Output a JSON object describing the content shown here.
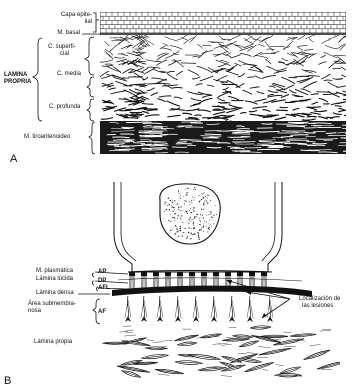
{
  "panel_a": {
    "letter": "A",
    "labels": {
      "capa_epitelial_1": "Capa epite-",
      "capa_epitelial_2": "lial",
      "m_basal": "M. basal",
      "lamina_propria_1": "LAMINA",
      "lamina_propria_2": "PROPRIA",
      "c_superficial_1": "C. superfi-",
      "c_superficial_2": "cial",
      "c_media": "C. media",
      "c_profunda": "C. profunda",
      "m_tiroaritenoideo": "M. tiroaritenoideo"
    }
  },
  "panel_b": {
    "letter": "B",
    "labels": {
      "m_plasmatica": "M. plasmática",
      "lamina_lucida": "Lámina lúcida",
      "lamina_densa": "Lámina densa",
      "area_submembranosa_1": "Área submembra-",
      "area_submembranosa_2": "nosa",
      "lamina_propia": "Lámina propia",
      "ap": "AP",
      "dp": "DP",
      "afl": "AFL",
      "af": "AF",
      "localizacion_1": "Localización de",
      "localizacion_2": "las lesiones"
    }
  },
  "colors": {
    "ink": "#111111",
    "background": "#ffffff"
  }
}
